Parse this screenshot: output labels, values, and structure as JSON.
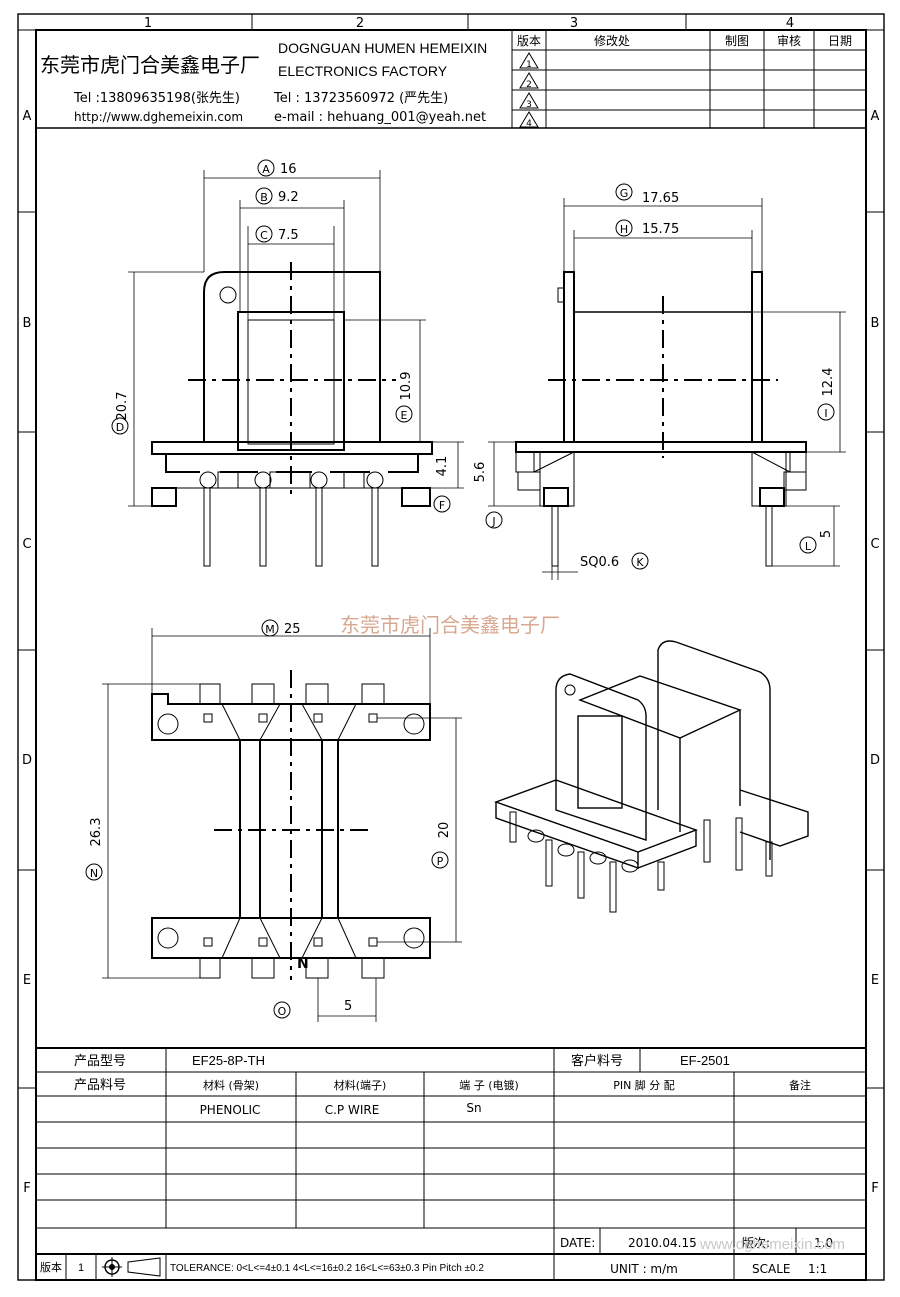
{
  "header": {
    "company_cn": "东莞市虎门合美鑫电子厂",
    "company_en_1": "DOGNGUAN HUMEN HEMEIXIN",
    "company_en_2": "ELECTRONICS FACTORY",
    "tel1": "Tel :13809635198(张先生)",
    "website": "http://www.dghemeixin.com",
    "tel2": "Tel : 13723560972 (严先生)",
    "email": "e-mail : hehuang_001@yeah.net"
  },
  "grid": {
    "columns": [
      "1",
      "2",
      "3",
      "4"
    ],
    "rows": [
      "A",
      "B",
      "C",
      "D",
      "E",
      "F"
    ]
  },
  "revision_table": {
    "headers": [
      "版本",
      "修改处",
      "制图",
      "审核",
      "日期"
    ],
    "marks": [
      "1",
      "2",
      "3",
      "4"
    ]
  },
  "dimensions": {
    "A": "16",
    "B": "9.2",
    "C": "7.5",
    "D": "20.7",
    "E": "10.9",
    "F_value": "4.1",
    "G": "17.65",
    "H": "15.75",
    "I": "12.4",
    "J_value": "5.6",
    "K": "SQ0.6",
    "L": "5",
    "M": "25",
    "N": "26.3",
    "P": "20",
    "O_value": "5"
  },
  "letters": [
    "A",
    "B",
    "C",
    "D",
    "E",
    "F",
    "G",
    "H",
    "I",
    "J",
    "K",
    "L",
    "M",
    "N",
    "O",
    "P"
  ],
  "pin_marker": "N",
  "watermark_center": "东莞市虎门合美鑫电子厂",
  "watermark_bottom": "www.dghemeixin.com",
  "title_block": {
    "product_model_label": "产品型号",
    "product_model_value": "EF25-8P-TH",
    "customer_part_label": "客户料号",
    "customer_part_value": "EF-2501",
    "product_part_label": "产品料号",
    "material_bobbin_label": "材料 (骨架)",
    "material_terminal_label": "材料(端子)",
    "terminal_plating_label": "端 子 (电镀)",
    "pin_assign_label": "PIN 脚 分 配",
    "remark_label": "备注",
    "material_bobbin_value": "PHENOLIC",
    "material_terminal_value": "C.P WIRE",
    "terminal_plating_value": "Sn",
    "date_label": "DATE:",
    "date_value": "2010.04.15",
    "version_label": "版次:",
    "version_value": "1.0",
    "unit_label": "UNIT : m/m",
    "scale_label": "SCALE",
    "scale_value": "1:1",
    "rev_label": "版本",
    "rev_value": "1",
    "tolerance": "TOLERANCE: 0<L<=4±0.1  4<L<=16±0.2  16<L<=63±0.3  Pin Pitch ±0.2"
  }
}
